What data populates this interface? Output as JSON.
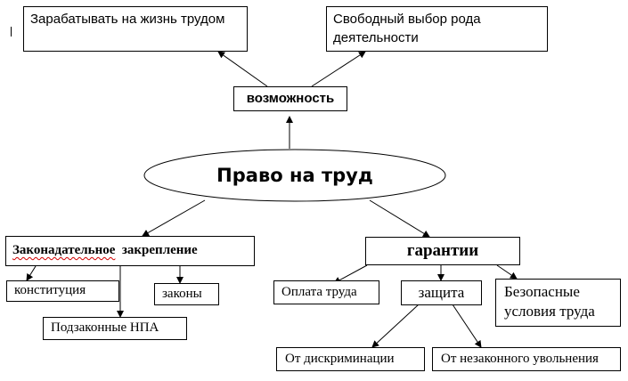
{
  "center": {
    "label": "Право на труд"
  },
  "opportunity": {
    "label": "возможность",
    "items": [
      "Зарабатывать на жизнь трудом",
      "Свободный выбор рода деятельности"
    ]
  },
  "legal": {
    "label_word1": "Законадательное",
    "label_word2": "закрепление",
    "items": [
      "конституция",
      "законы",
      "Подзаконные НПА"
    ]
  },
  "guarantees": {
    "label": "гарантии",
    "items": [
      "Оплата труда",
      "защита",
      "Безопасные условия труда"
    ],
    "protection_items": [
      "От дискриминации",
      "От незаконного увольнения"
    ]
  }
}
